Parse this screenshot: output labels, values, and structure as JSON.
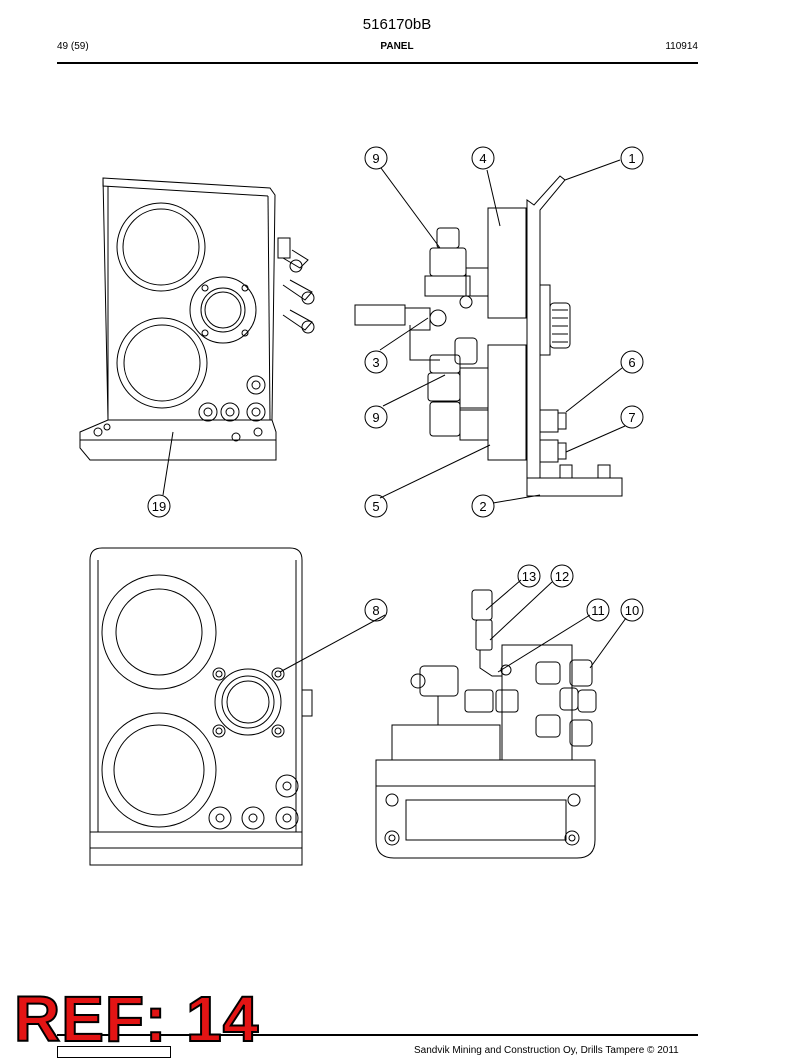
{
  "header": {
    "doc_number": "516170bB",
    "page_info": "49 (59)",
    "section_title": "PANEL",
    "revision": "110914"
  },
  "callouts": {
    "side_view": [
      "9",
      "4",
      "1",
      "3",
      "6",
      "9",
      "7",
      "5",
      "2"
    ],
    "front_view": [
      "19"
    ],
    "rear_view": [
      "8"
    ],
    "top_view": [
      "13",
      "12",
      "11",
      "10"
    ]
  },
  "footer": {
    "copyright": "Sandvik Mining and Construction Oy, Drills Tampere © 2011",
    "stamp": "REF: 14"
  }
}
